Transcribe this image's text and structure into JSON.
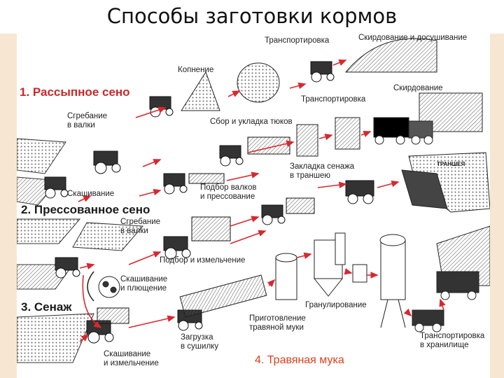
{
  "title": "Способы заготовки кормов",
  "colors": {
    "arrow": "#d7282f",
    "section_red": "#c8282c",
    "section_orange": "#d9421c",
    "edge": "#f7e7d2"
  },
  "sections": {
    "s1": "1. Рассыпное сено",
    "s2": "2. Прессованное сено",
    "s3": "3. Сенаж",
    "s4": "4. Травяная мука"
  },
  "labels": {
    "transport_top": "Транспортировка",
    "stacking_drying": "Скирдование и досушивание",
    "kopnenie": "Копнение",
    "skirdovanie": "Скирдование",
    "transport_mid": "Транспортировка",
    "sgrebanie1_a": "Сгребание",
    "sgrebanie1_b": "в валки",
    "sbor": "Сбор и укладка тюков",
    "kosheniye1": "Скашивание",
    "zakladka_a": "Закладка сенажа",
    "zakladka_b": "в траншею",
    "transheya": "ТРАНШЕЯ",
    "podbor1_a": "Подбор валков",
    "podbor1_b": "и прессование",
    "sgrebanie2_a": "Сгребание",
    "sgrebanie2_b": "в валки",
    "podbor2": "Подбор и измельчение",
    "kosheniye2_a": "Скашивание",
    "kosheniye2_b": "и плющение",
    "granulirovanie": "Гранулирование",
    "prigotovlenie_a": "Приготовление",
    "prigotovlenie_b": "травяной муки",
    "transport_store_a": "Транспортировка",
    "transport_store_b": "в хранилище",
    "zagruzka_a": "Загрузка",
    "zagruzka_b": "в сушилку",
    "kosheniye3_a": "Скашивание",
    "kosheniye3_b": "и измельчение"
  }
}
